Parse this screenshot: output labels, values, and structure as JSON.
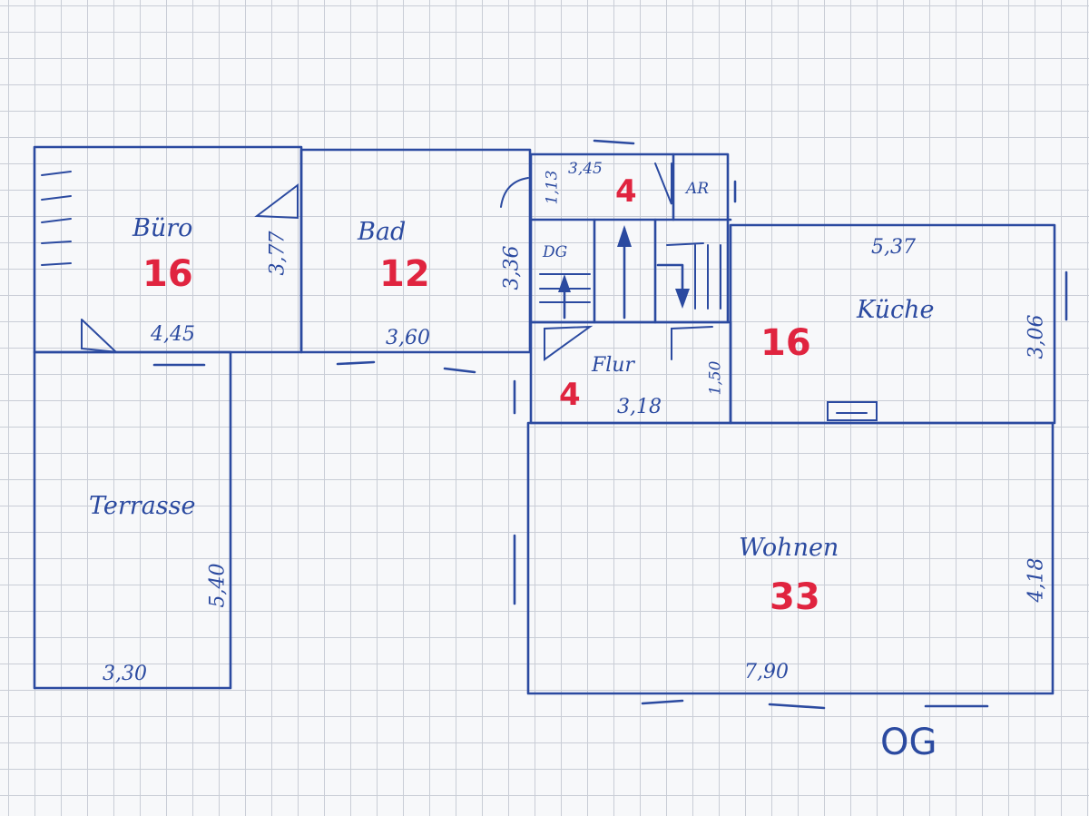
{
  "plan": {
    "floor_label": "OG",
    "rooms": {
      "buero": {
        "name": "Büro",
        "area": "16",
        "width": "4,45",
        "height": "3,77"
      },
      "bad": {
        "name": "Bad",
        "area": "12",
        "width": "3,60"
      },
      "ar": {
        "name": "AR"
      },
      "stair": {
        "area": "4",
        "width": "3,45",
        "height_top": "1,13",
        "height": "3,36",
        "label": "DG"
      },
      "flur": {
        "name": "Flur",
        "area": "4",
        "width": "3,18",
        "height": "1,50"
      },
      "kueche": {
        "name": "Küche",
        "area": "16",
        "width": "5,37",
        "height": "3,06"
      },
      "terrasse": {
        "name": "Terrasse",
        "width": "3,30",
        "height": "5,40"
      },
      "wohnen": {
        "name": "Wohnen",
        "area": "33",
        "width": "7,90",
        "height": "4,18"
      }
    }
  },
  "colors": {
    "ink": "#2b4aa0",
    "area": "#e0243f",
    "grid": "#c9cdd6"
  }
}
